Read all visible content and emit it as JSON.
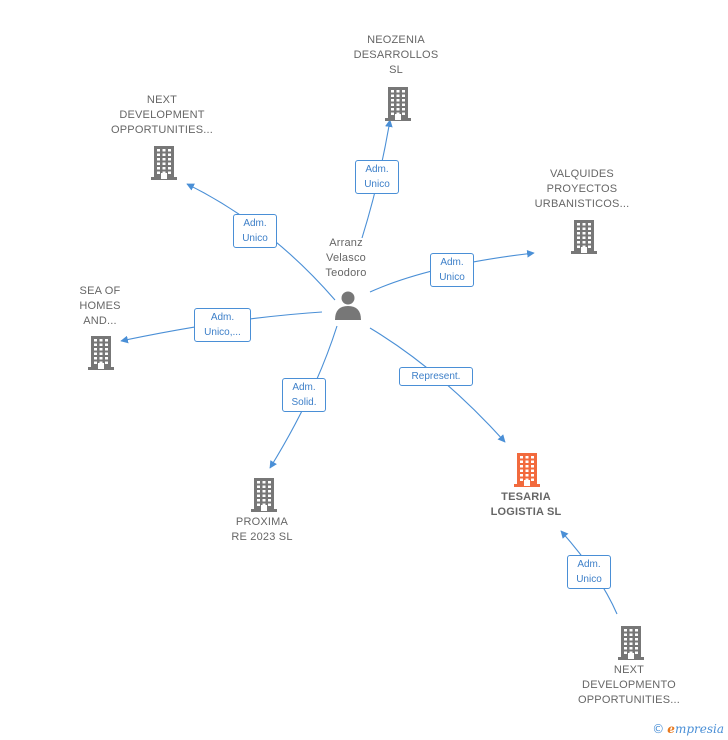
{
  "center": {
    "label": "Arranz\nVelasco\nTeodoro",
    "icon": "person-icon"
  },
  "colors": {
    "edge": "#4a8fd6",
    "node": "#777777",
    "highlight": "#f26a3d"
  },
  "nodes": {
    "neozenia": "NEOZENIA\nDESARROLLOS\nSL",
    "next_dev_top": "NEXT\nDEVELOPMENT\nOPPORTUNITIES...",
    "valquides": "VALQUIDES\nPROYECTOS\nURBANISTICOS...",
    "sea_of_homes": "SEA OF\nHOMES\nAND...",
    "proxima": "PROXIMA\nRE 2023  SL",
    "tesaria": "TESARIA\nLOGISTIA  SL",
    "next_dev_bottom": "NEXT\nDEVELOPMENTO\nOPPORTUNITIES..."
  },
  "edges": {
    "neozenia": "Adm.\nUnico",
    "next_dev_top": "Adm.\nUnico",
    "valquides": "Adm.\nUnico",
    "sea_of_homes": "Adm.\nUnico,...",
    "proxima": "Adm.\nSolid.",
    "tesaria": "Represent.",
    "next_dev_bottom": "Adm.\nUnico"
  },
  "brand": {
    "copyright": "©",
    "e": "e",
    "rest": "mpresia"
  }
}
